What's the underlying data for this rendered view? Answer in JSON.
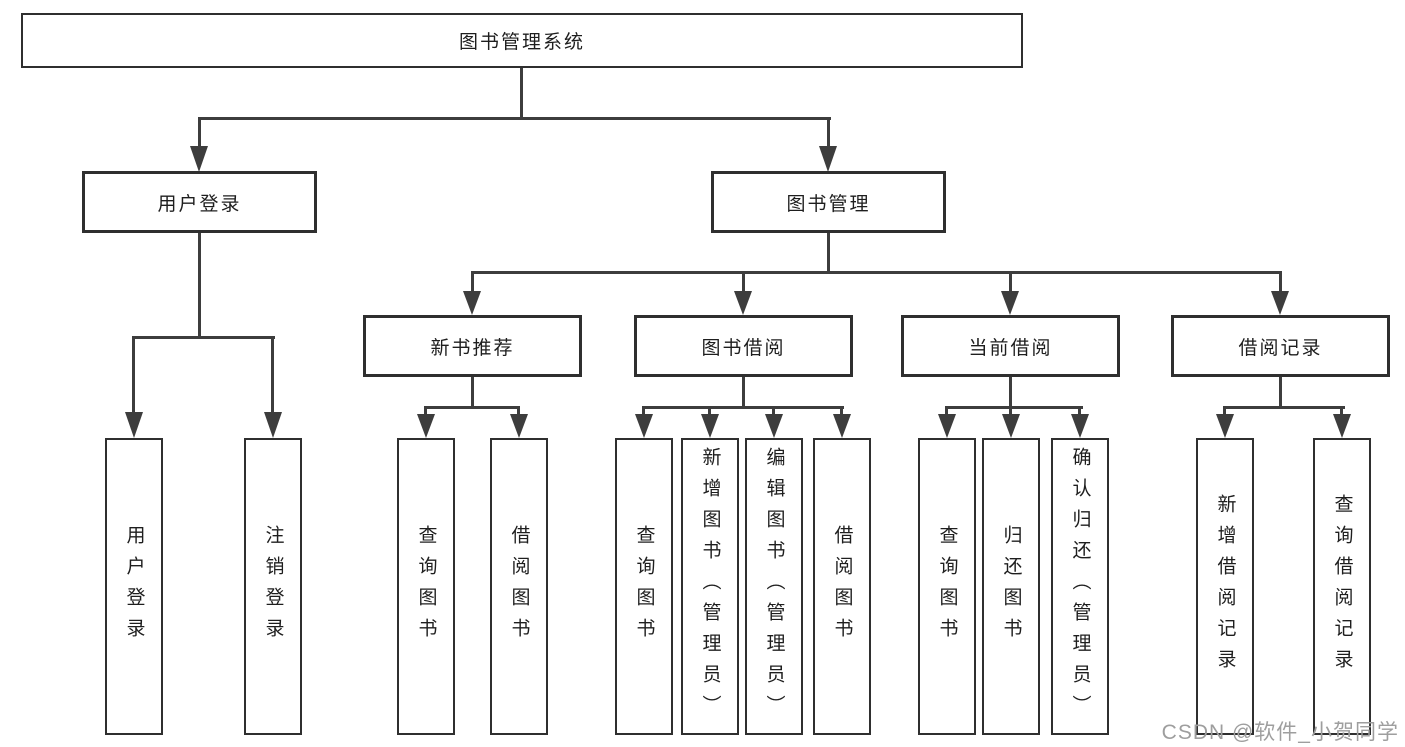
{
  "tree": {
    "root": {
      "label": "图书管理系统"
    },
    "branches": [
      {
        "label": "用户登录",
        "children": [
          {
            "label": "用户登录"
          },
          {
            "label": "注销登录"
          }
        ]
      },
      {
        "label": "图书管理",
        "children": [
          {
            "label": "新书推荐",
            "children": [
              {
                "label": "查询图书"
              },
              {
                "label": "借阅图书"
              }
            ]
          },
          {
            "label": "图书借阅",
            "children": [
              {
                "label": "查询图书"
              },
              {
                "label": "新增图书（管理员）"
              },
              {
                "label": "编辑图书（管理员）"
              },
              {
                "label": "借阅图书"
              }
            ]
          },
          {
            "label": "当前借阅",
            "children": [
              {
                "label": "查询图书"
              },
              {
                "label": "归还图书"
              },
              {
                "label": "确认归还（管理员）"
              }
            ]
          },
          {
            "label": "借阅记录",
            "children": [
              {
                "label": "新增借阅记录"
              },
              {
                "label": "查询借阅记录"
              }
            ]
          }
        ]
      }
    ]
  },
  "watermark": {
    "text": "CSDN @软件_小贺同学"
  },
  "colors": {
    "background": "#ffffff",
    "box_border": "#2f2f2f",
    "line": "#3d3d3d",
    "text": "#1e1e1e",
    "watermark": "#9e9e9e"
  }
}
